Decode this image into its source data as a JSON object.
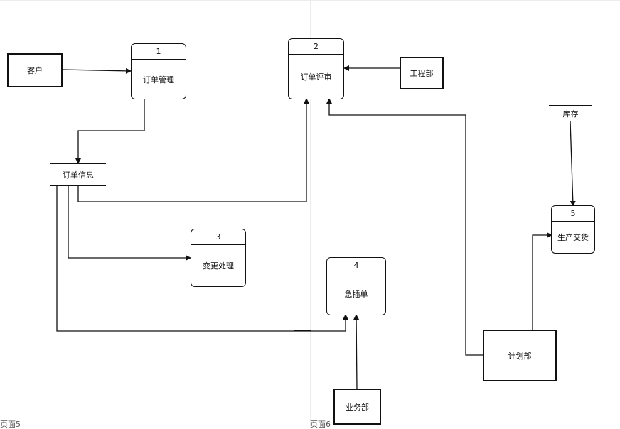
{
  "processes": {
    "p1": {
      "id": "1",
      "name": "订单管理"
    },
    "p2": {
      "id": "2",
      "name": "订单评审"
    },
    "p3": {
      "id": "3",
      "name": "变更处理"
    },
    "p4": {
      "id": "4",
      "name": "急插单"
    },
    "p5": {
      "id": "5",
      "name": "生产交货"
    }
  },
  "entities": {
    "customer": "客户",
    "engineering": "工程部",
    "planning": "计划部",
    "business": "业务部"
  },
  "stores": {
    "order_info": "订单信息",
    "inventory": "库存"
  },
  "footer": {
    "left": "页面5",
    "right": "页面6"
  },
  "colors": {
    "stroke": "#111111",
    "page_guide": "#ececec"
  }
}
